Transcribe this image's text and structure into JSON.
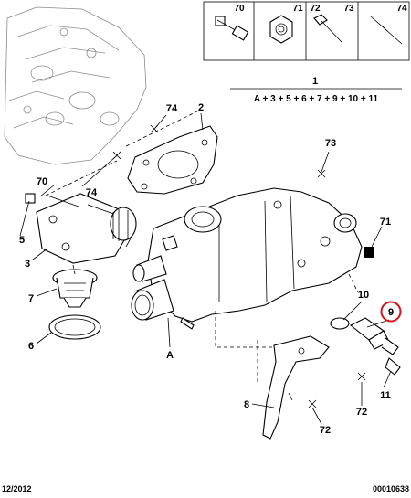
{
  "header_parts": [
    "70",
    "71",
    "72",
    "73",
    "74"
  ],
  "assembly": {
    "number": "1",
    "formula": "A + 3 + 5 + 6 + 7 + 9 + 10 + 11"
  },
  "callouts": {
    "c2": "2",
    "c3": "3",
    "c5": "5",
    "c6": "6",
    "c7": "7",
    "c8": "8",
    "c9": "9",
    "c10": "10",
    "c11": "11",
    "cA": "A",
    "c70": "70",
    "c71": "71",
    "c72a": "72",
    "c72b": "72",
    "c73": "73",
    "c74a": "74",
    "c74b": "74"
  },
  "footer": {
    "date": "12/2012",
    "ref": "00010638"
  },
  "colors": {
    "highlight": "#d8121e",
    "line": "#000000",
    "ghost": "#8c8c8c"
  }
}
